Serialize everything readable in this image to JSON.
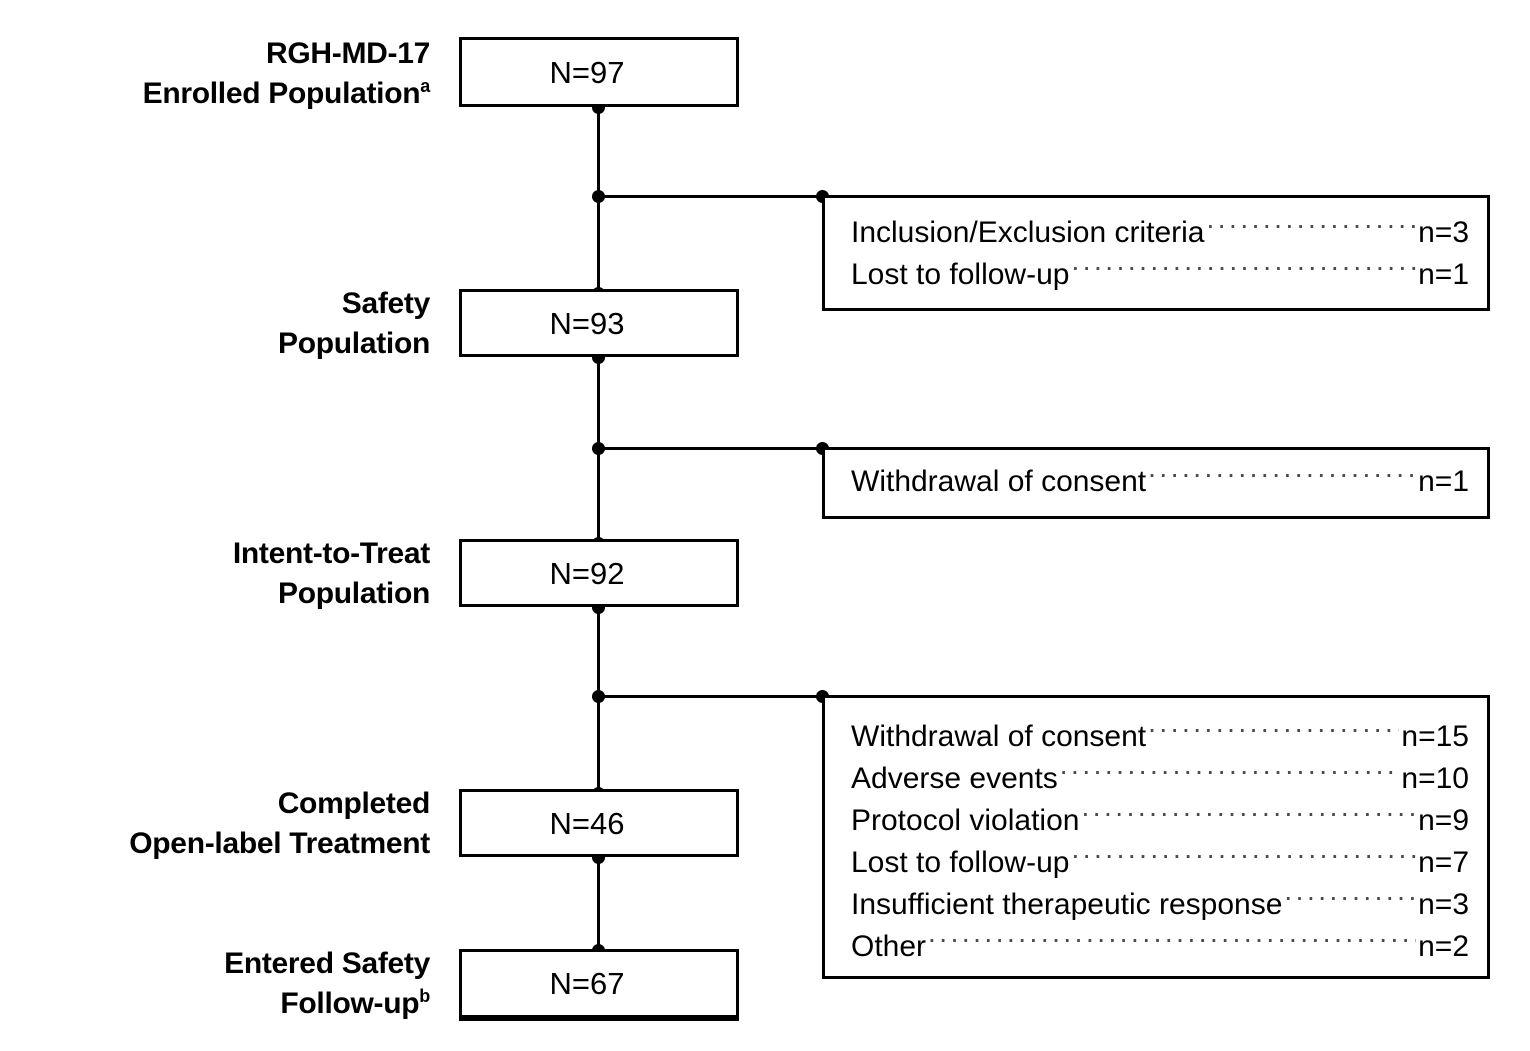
{
  "figure": {
    "type": "consort-flow-diagram",
    "title_text": "",
    "colors": {
      "line": "#000000",
      "box_border": "#000000",
      "text": "#000000",
      "leader_dots": "#4a4a4a",
      "background": "#ffffff"
    }
  },
  "stages": [
    {
      "id": "enrolled",
      "label_lines": [
        "RGH-MD-17",
        "Enrolled Population"
      ],
      "label_superscript": "a",
      "value": "N=97"
    },
    {
      "id": "safety",
      "label_lines": [
        "Safety",
        "Population"
      ],
      "label_superscript": "",
      "value": "N=93"
    },
    {
      "id": "itt",
      "label_lines": [
        "Intent-to-Treat",
        "Population"
      ],
      "label_superscript": "",
      "value": "N=92"
    },
    {
      "id": "completed",
      "label_lines": [
        "Completed",
        "Open-label Treatment"
      ],
      "label_superscript": "",
      "value": "N=46"
    },
    {
      "id": "followup",
      "label_lines": [
        "Entered Safety",
        "Follow-up"
      ],
      "label_superscript": "b",
      "value": "N=67"
    }
  ],
  "exclusion_boxes": [
    {
      "id": "excl-1",
      "rows": [
        {
          "reason": "Inclusion/Exclusion criteria",
          "count": "n=3"
        },
        {
          "reason": "Lost to follow-up",
          "count": "n=1"
        }
      ]
    },
    {
      "id": "excl-2",
      "rows": [
        {
          "reason": "Withdrawal of consent",
          "count": "n=1"
        }
      ]
    },
    {
      "id": "excl-3",
      "rows": [
        {
          "reason": "Withdrawal of consent",
          "count": "n=15"
        },
        {
          "reason": "Adverse events",
          "count": "n=10"
        },
        {
          "reason": "Protocol violation",
          "count": "n=9"
        },
        {
          "reason": "Lost to follow-up",
          "count": "n=7"
        },
        {
          "reason": "Insufficient therapeutic response",
          "count": "n=3"
        },
        {
          "reason": "Other",
          "count": "n=2"
        }
      ]
    }
  ],
  "chart_data": {
    "type": "flow",
    "title": "",
    "nodes": [
      {
        "stage": "RGH-MD-17 Enrolled Population",
        "n": 97
      },
      {
        "stage": "Safety Population",
        "n": 93
      },
      {
        "stage": "Intent-to-Treat Population",
        "n": 92
      },
      {
        "stage": "Completed Open-label Treatment",
        "n": 46
      },
      {
        "stage": "Entered Safety Follow-up",
        "n": 67
      }
    ],
    "attrition": [
      {
        "between": [
          "RGH-MD-17 Enrolled Population",
          "Safety Population"
        ],
        "reasons": [
          {
            "reason": "Inclusion/Exclusion criteria",
            "n": 3
          },
          {
            "reason": "Lost to follow-up",
            "n": 1
          }
        ]
      },
      {
        "between": [
          "Safety Population",
          "Intent-to-Treat Population"
        ],
        "reasons": [
          {
            "reason": "Withdrawal of consent",
            "n": 1
          }
        ]
      },
      {
        "between": [
          "Intent-to-Treat Population",
          "Completed Open-label Treatment"
        ],
        "reasons": [
          {
            "reason": "Withdrawal of consent",
            "n": 15
          },
          {
            "reason": "Adverse events",
            "n": 10
          },
          {
            "reason": "Protocol violation",
            "n": 9
          },
          {
            "reason": "Lost to follow-up",
            "n": 7
          },
          {
            "reason": "Insufficient therapeutic response",
            "n": 3
          },
          {
            "reason": "Other",
            "n": 2
          }
        ]
      }
    ]
  }
}
